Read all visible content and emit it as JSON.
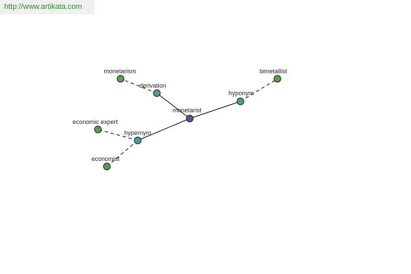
{
  "header": {
    "url": "http://www.artikata.com"
  },
  "colors": {
    "center": "#4a5a8c",
    "relation": "#4f9a94",
    "leaf": "#5f9a4e"
  },
  "graph": {
    "center": {
      "label": "monetarist"
    },
    "relations": {
      "derivation": {
        "label": "derivation"
      },
      "hypernym": {
        "label": "hypernym"
      },
      "hyponym": {
        "label": "hyponym"
      }
    },
    "leaves": {
      "monetarism": {
        "label": "monetarism"
      },
      "economic_expert": {
        "label": "economic expert"
      },
      "economist": {
        "label": "economist"
      },
      "bimetallist": {
        "label": "bimetallist"
      }
    }
  }
}
